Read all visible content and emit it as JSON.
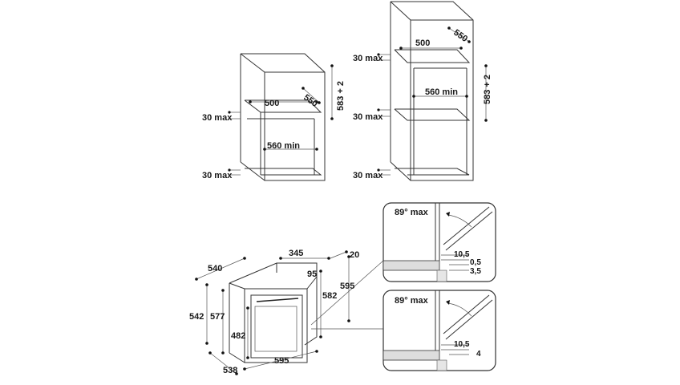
{
  "cabinet_small": {
    "width_top": "500",
    "depth": "550",
    "height": "583 + 2",
    "gap_top": "30 max",
    "inner_width": "560 min",
    "gap_bottom": "30 max"
  },
  "cabinet_tall": {
    "width_top": "500",
    "depth": "550",
    "height": "583 + 2",
    "gap_top": "30 max",
    "inner_width": "560 min",
    "gap_mid": "30 max",
    "gap_bottom": "30 max"
  },
  "oven": {
    "depth_top": "540",
    "depth_body": "345",
    "offset_top": "20",
    "offset_side": "95",
    "height_total": "595",
    "height_front": "582",
    "height_left": "542",
    "height_left2": "577",
    "height_window": "482",
    "width_bottom": "595",
    "depth_bottom": "538"
  },
  "detail_top": {
    "angle": "89° max",
    "gap_a": "10,5",
    "gap_b": "0,5",
    "gap_c": "3,5"
  },
  "detail_bottom": {
    "angle": "89° max",
    "gap_a": "10,5",
    "gap_b": "4"
  },
  "colors": {
    "line": "#333333",
    "hatch": "#888888",
    "panel_bg": "#ffffff"
  }
}
